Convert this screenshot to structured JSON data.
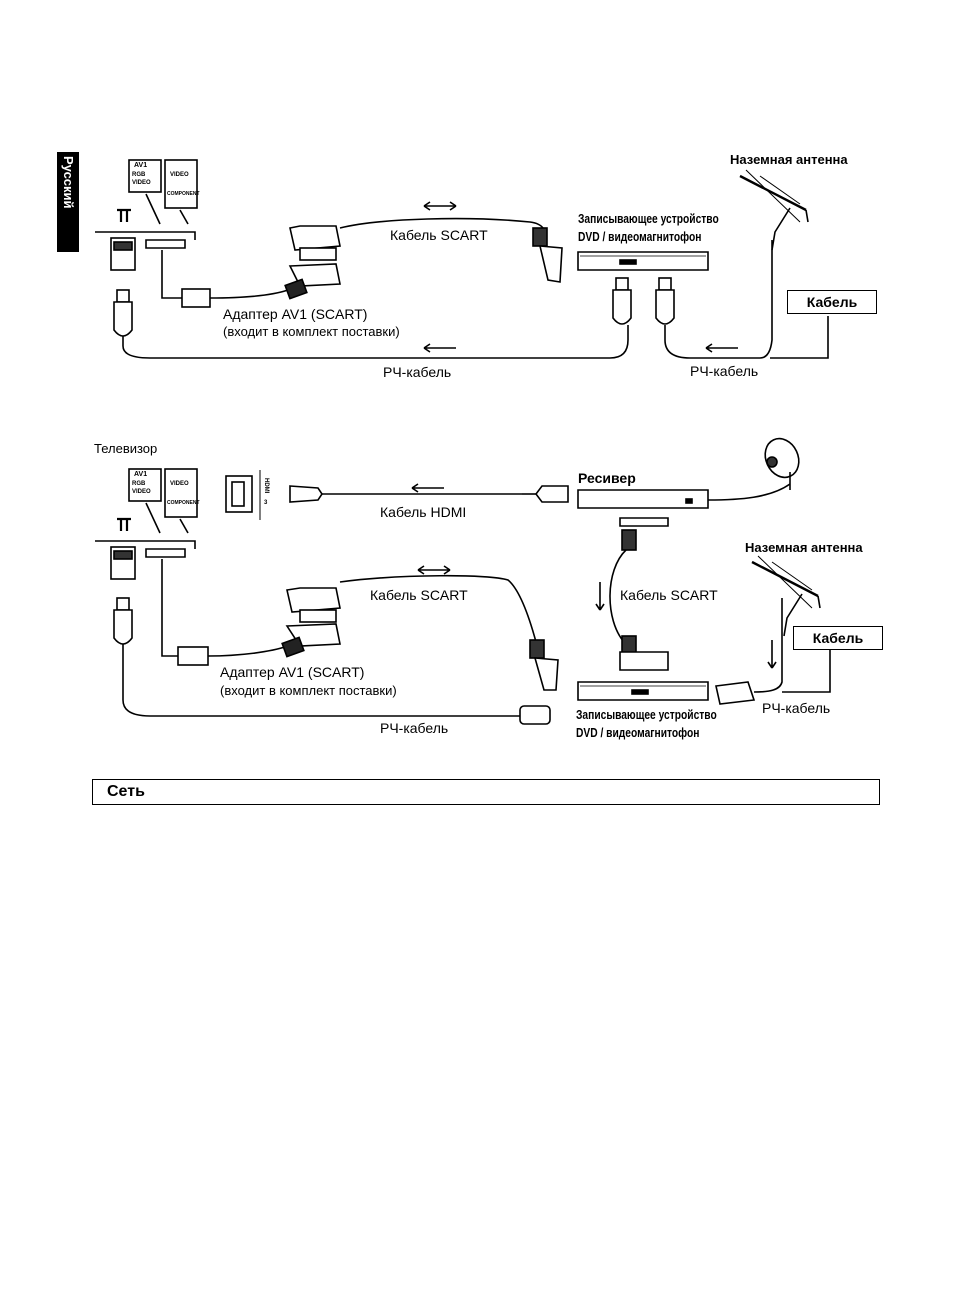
{
  "side_tab": "Русский",
  "diagram1": {
    "terrestrial_antenna": "Наземная антенна",
    "scart_cable": "Кабель SCART",
    "recorder_line1": "Записывающее устройство",
    "recorder_line2": "DVD / видеомагнитофон",
    "cable_box": "Кабель",
    "adapter_line1": "Адаптер AV1 (SCART)",
    "adapter_line2": "(входит в комплект поставки)",
    "rf_cable_left": "РЧ-кабель",
    "rf_cable_right": "РЧ-кабель"
  },
  "diagram2": {
    "tv_label": "Телевизор",
    "receiver": "Ресивер",
    "hdmi_cable": "Кабель HDMI",
    "terrestrial_antenna": "Наземная антенна",
    "scart_cable_left": "Кабель SCART",
    "scart_cable_right": "Кабель SCART",
    "cable_box": "Кабель",
    "adapter_line1": "Адаптер AV1 (SCART)",
    "adapter_line2": "(входит в комплект поставки)",
    "rf_cable_left": "РЧ-кабель",
    "rf_cable_right": "РЧ-кабель",
    "recorder_line1": "Записывающее устройство",
    "recorder_line2": "DVD / видеомагнитофон"
  },
  "panel": {
    "av1": "AV1",
    "rgb": "RGB",
    "video": "VIDEO",
    "component": "COMPONENT",
    "hdmi": "HDMI",
    "hdmi_num": "3"
  },
  "section_title": "Сеть"
}
